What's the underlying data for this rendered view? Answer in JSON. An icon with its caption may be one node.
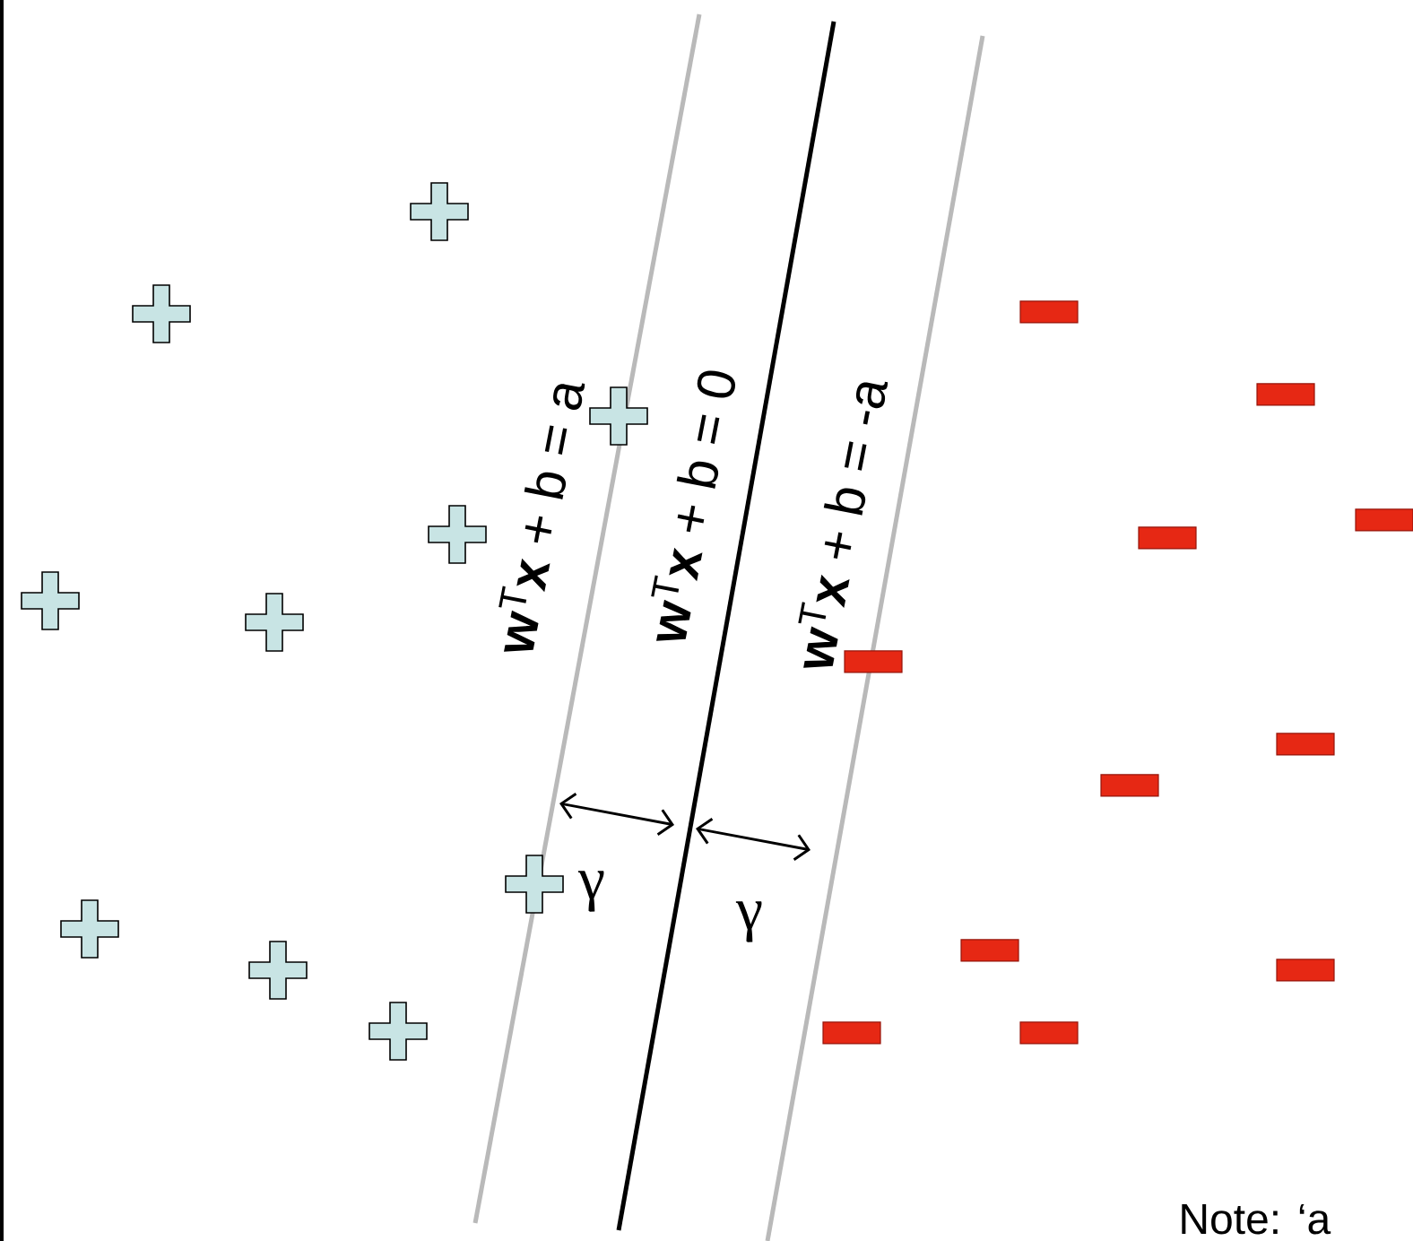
{
  "diagram": {
    "labels": [
      "**w**$^{T}$**x** + b = a",
      "**w**$^{T}$**x** + b = 0",
      "**w**$^{T}$**x** + b = -a",
      "γ",
      "γ",
      "Note:  ‘a"
    ]
  }
}
